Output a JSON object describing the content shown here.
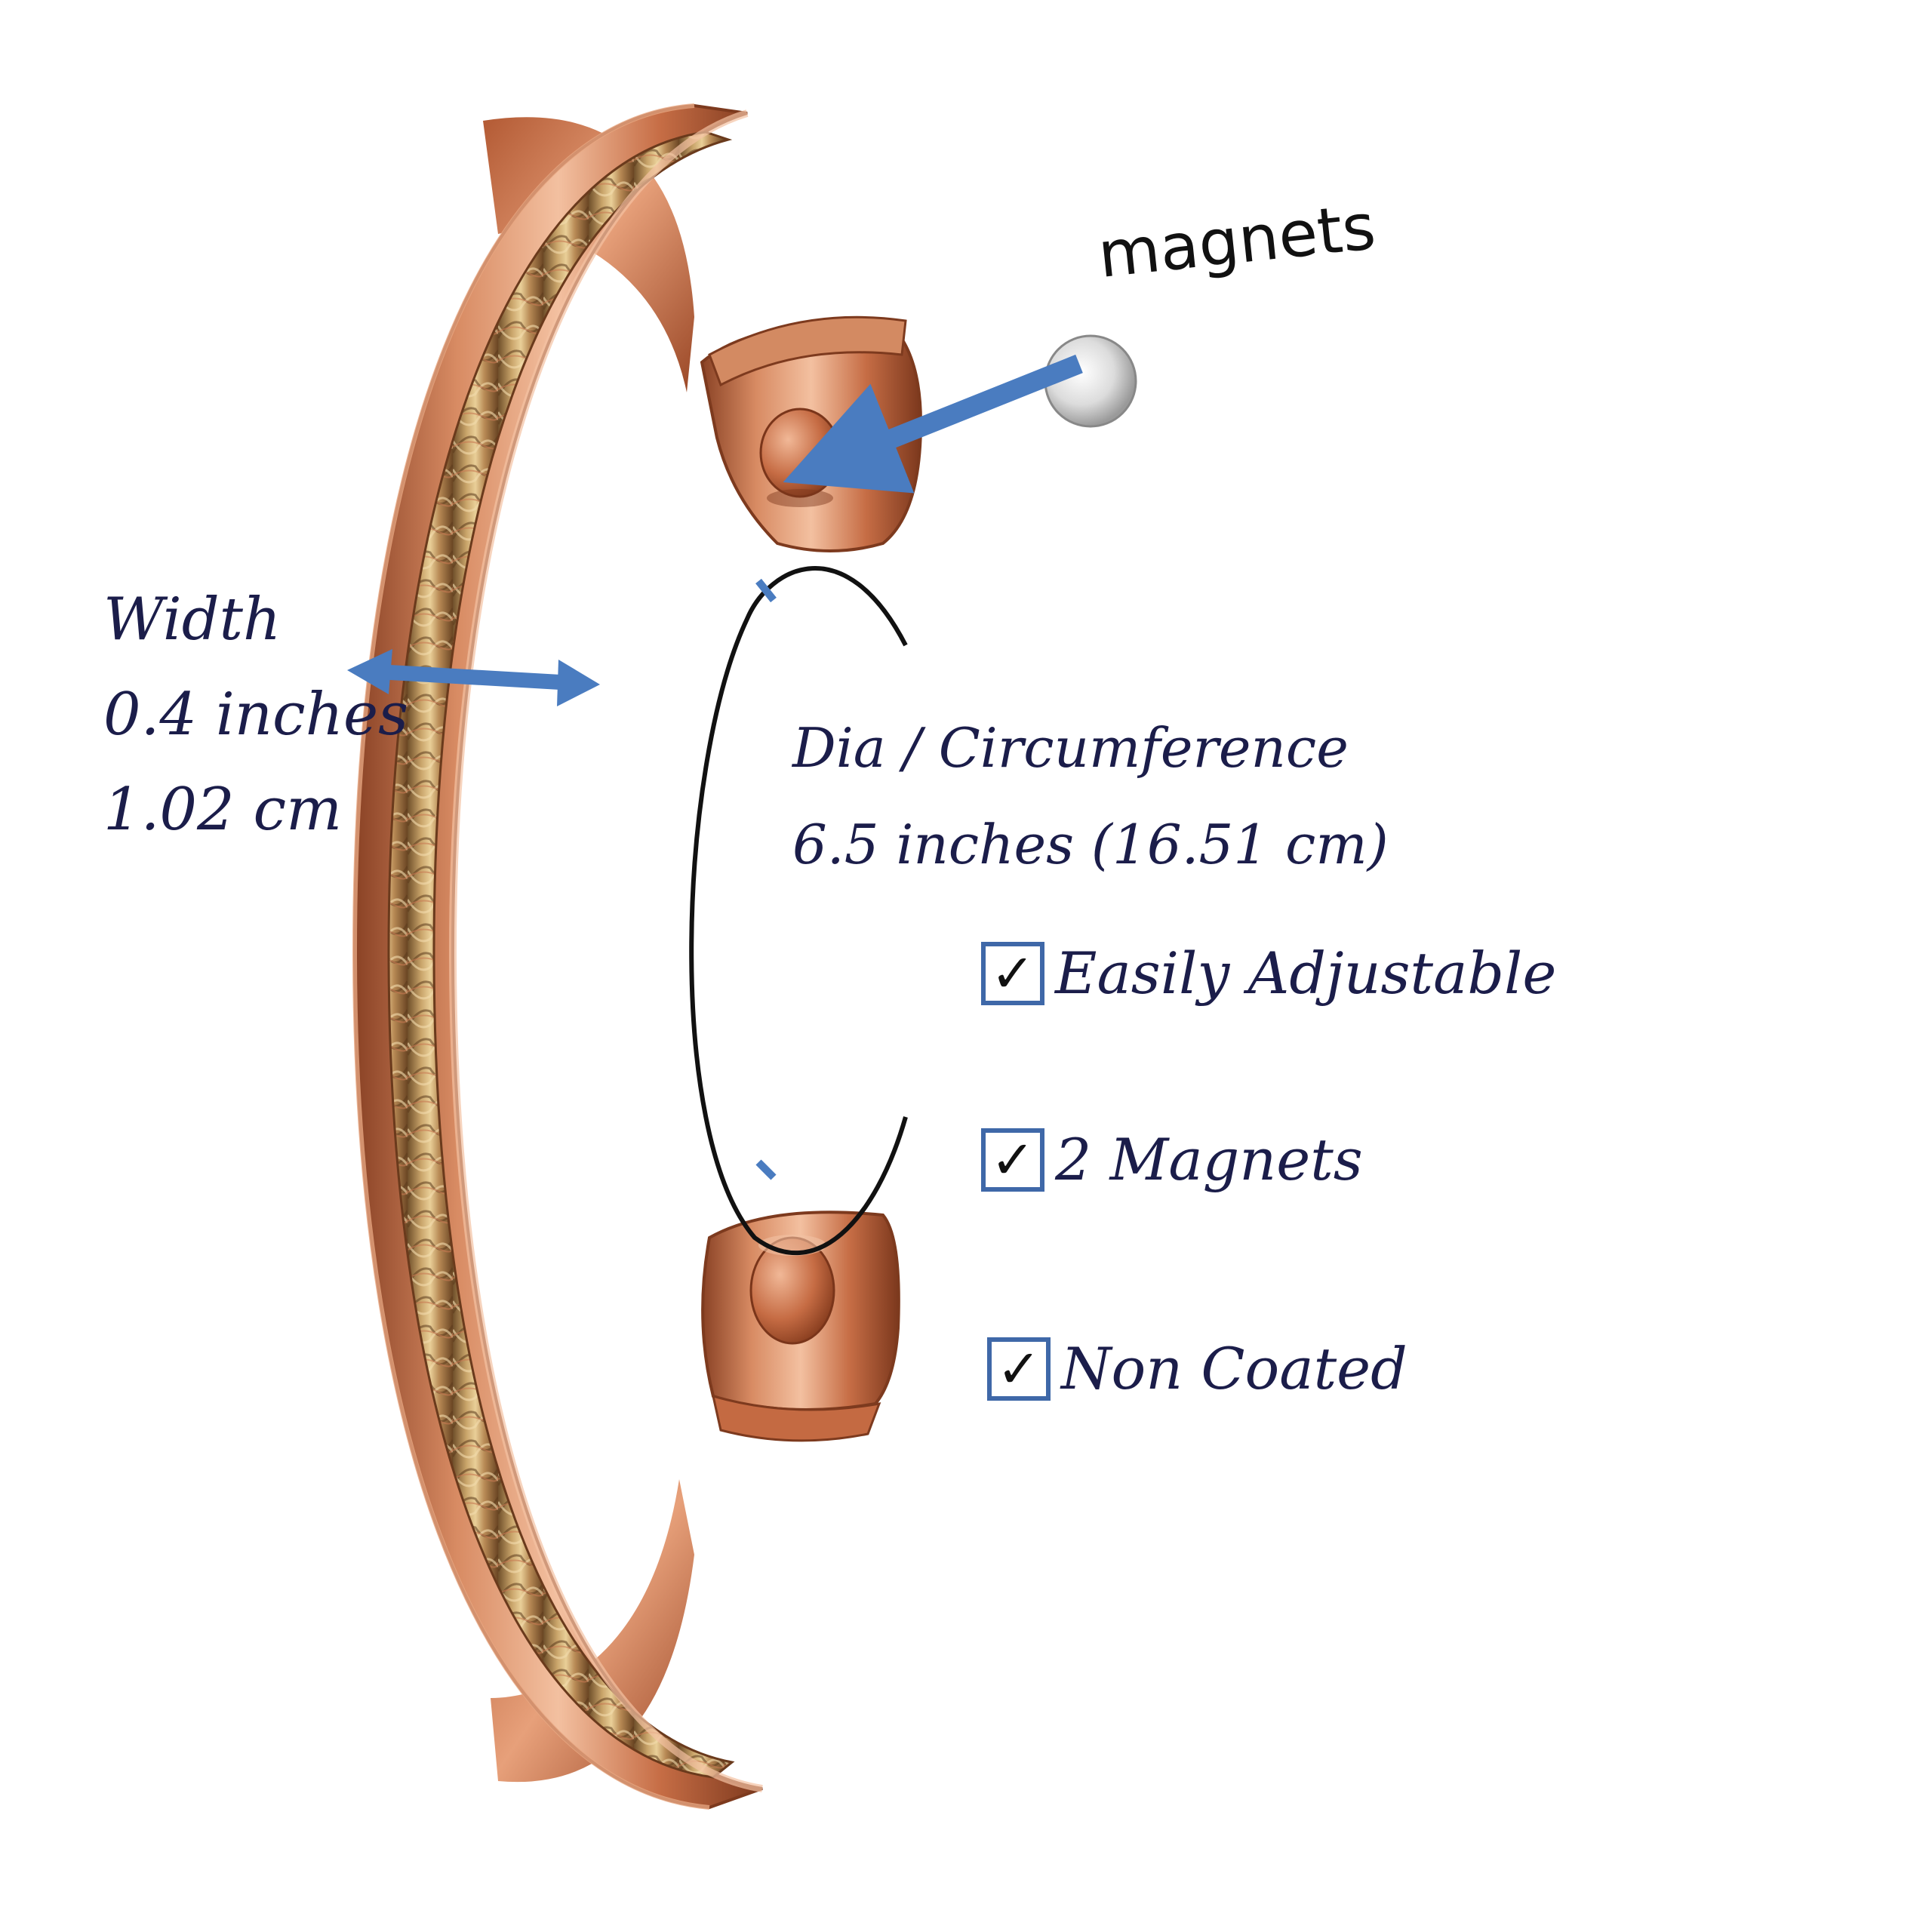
{
  "annotations": {
    "magnets": "magnets",
    "width": {
      "heading": "Width",
      "inches": "0.4 inches",
      "cm": "1.02 cm"
    },
    "circumference": {
      "heading": "Dia / Circumference",
      "value": "6.5 inches (16.51 cm)"
    }
  },
  "features": [
    {
      "label": "Easily Adjustable",
      "checked": true
    },
    {
      "label": "2 Magnets",
      "checked": true
    },
    {
      "label": "Non Coated",
      "checked": true
    }
  ],
  "colors": {
    "copper": "#c4744f",
    "copper_light": "#f0b596",
    "brass": "#c8a060",
    "arrow_blue": "#4a7cc0",
    "text_navy": "#1b1d4a",
    "checkbox_border": "#3f68a8"
  }
}
